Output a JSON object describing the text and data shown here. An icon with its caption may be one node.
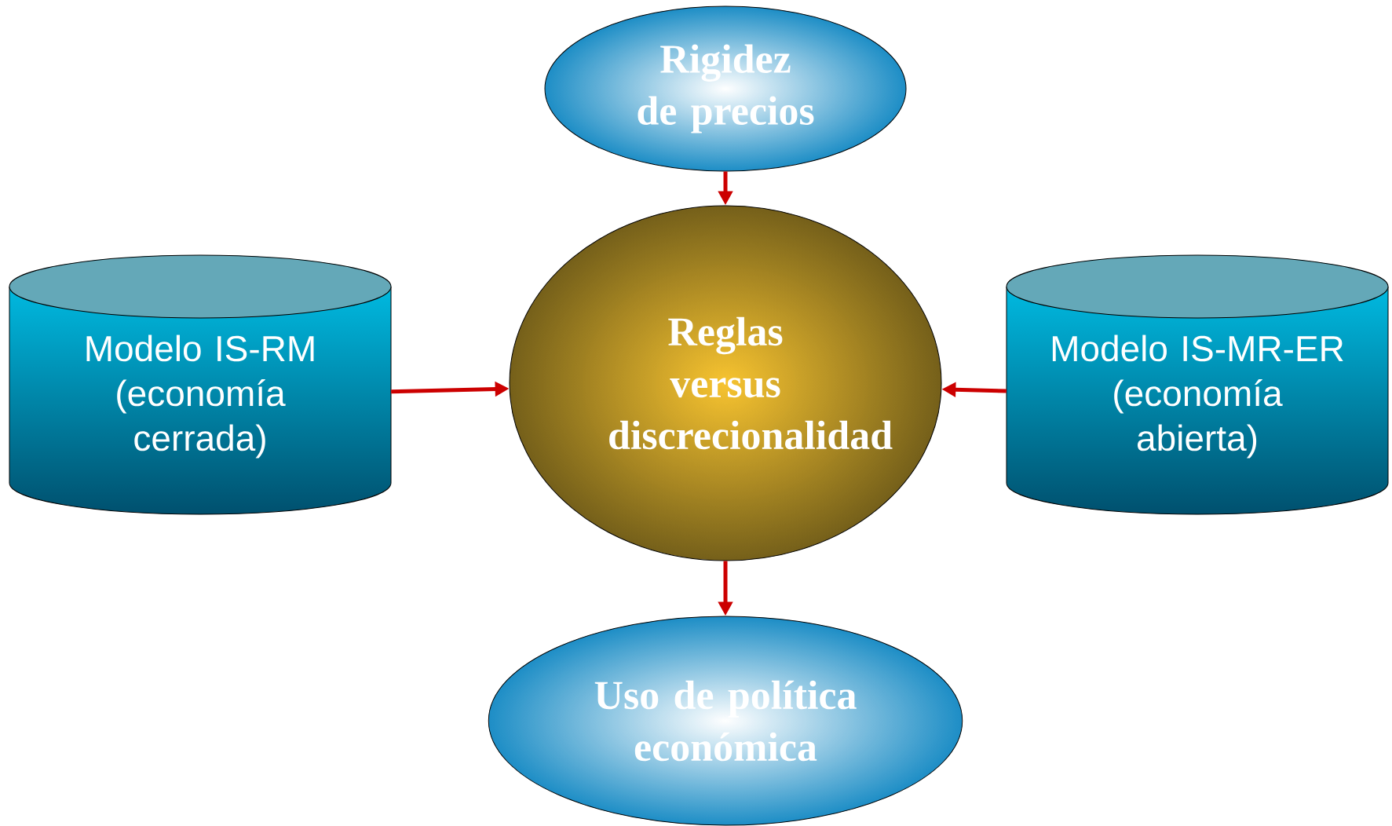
{
  "diagram": {
    "nodes": [
      {
        "text": [
          "Rigidez de precios"
        ]
      },
      {
        "text": [
          "Modelo IS-RM (economía cerrada)"
        ]
      },
      {
        "text": [
          "Reglas versus discrecionalidad"
        ]
      },
      {
        "text": [
          "Modelo IS-MR-ER (economía abierta)"
        ]
      },
      {
        "text": [
          "Uso de política económica"
        ]
      }
    ],
    "edges": [
      {
        "from": 0,
        "to": 2,
        "arrow": "to",
        "color": "#cc0000"
      },
      {
        "from": 1,
        "to": 2,
        "arrow": "to",
        "color": "#cc0000"
      },
      {
        "from": 3,
        "to": 2,
        "arrow": "to",
        "color": "#cc0000"
      },
      {
        "from": 2,
        "to": 4,
        "arrow": "to",
        "color": "#cc0000"
      }
    ]
  }
}
